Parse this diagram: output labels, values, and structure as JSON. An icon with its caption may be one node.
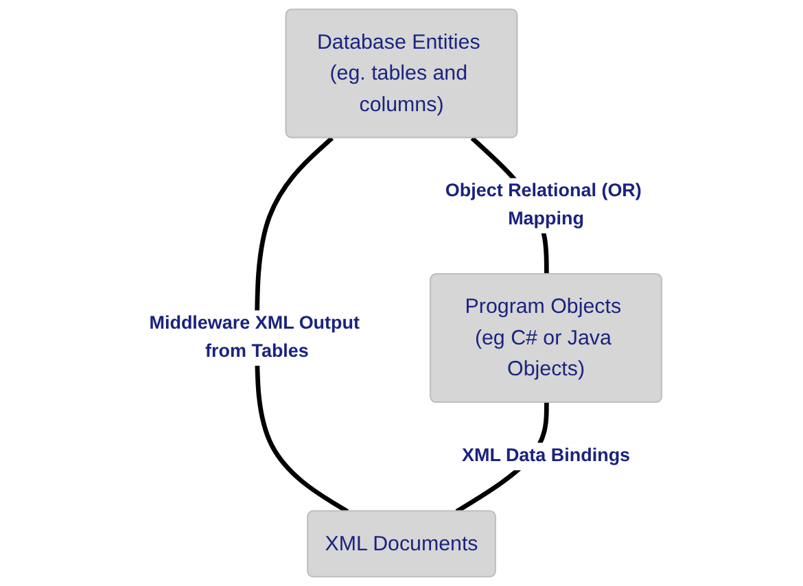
{
  "diagram": {
    "nodes": [
      {
        "text": [
          "Database Entities (eg. tables and columns)"
        ]
      },
      {
        "text": [
          "Program Objects (eg C# or Java Objects)"
        ]
      },
      {
        "text": [
          "XML Documents"
        ]
      }
    ],
    "edges": [
      {
        "from": 0,
        "to": 1,
        "arrow": "none",
        "label": "Object Relational (OR) Mapping"
      },
      {
        "from": 0,
        "to": 2,
        "arrow": "none",
        "label": "Middleware XML Output from Tables"
      },
      {
        "from": 1,
        "to": 2,
        "arrow": "none",
        "label": "XML Data Bindings"
      }
    ]
  }
}
